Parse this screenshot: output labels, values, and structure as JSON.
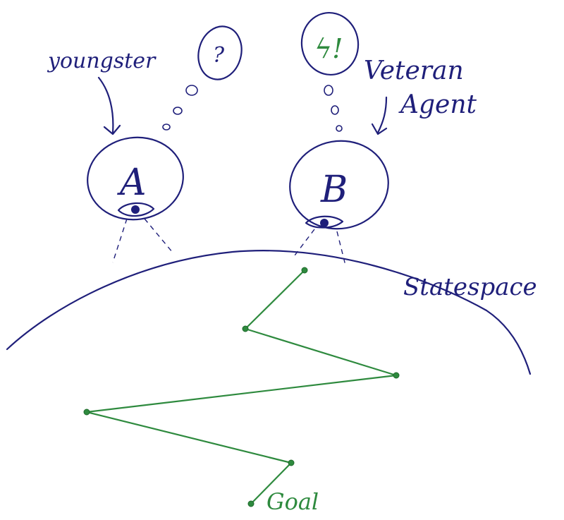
{
  "labels": {
    "youngster": "youngster",
    "veteran_line1": "Veteran",
    "veteran_line2": "Agent",
    "statespace": "Statespace",
    "goal": "Goal"
  },
  "agents": {
    "a": {
      "letter": "A",
      "thought": "?"
    },
    "b": {
      "letter": "B",
      "thought": "ϟ!"
    }
  },
  "colors": {
    "ink": "#1f1f7a",
    "path": "#2e8a3e"
  }
}
